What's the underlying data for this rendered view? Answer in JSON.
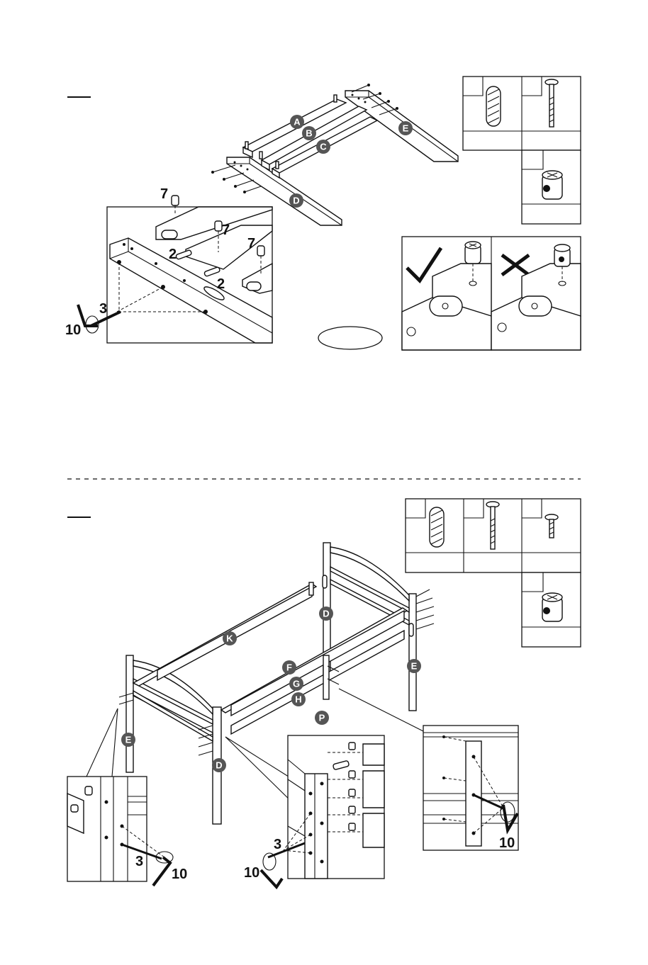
{
  "step1": {
    "labels": {
      "A": "A",
      "B": "B",
      "C": "C",
      "D": "D",
      "E": "E"
    },
    "callouts": {
      "num7a": "7",
      "num7b": "7",
      "num7c": "7",
      "num2a": "2",
      "num2b": "2",
      "num3": "3",
      "num10": "10"
    }
  },
  "step2": {
    "labels": {
      "D1": "D",
      "D2": "D",
      "E1": "E",
      "E2": "E",
      "F": "F",
      "G": "G",
      "H": "H",
      "K": "K",
      "P": "P"
    },
    "callouts": {
      "num3a": "3",
      "num10a": "10",
      "num3b": "3",
      "num10b": "10",
      "num10c": "10"
    }
  },
  "icons": {
    "dowel": "dowel-pin-icon",
    "bolt": "long-bolt-icon",
    "screw": "short-screw-icon",
    "barrel_nut": "barrel-nut-icon",
    "allen_key": "allen-key-icon",
    "correct": "checkmark-icon",
    "incorrect": "cross-icon"
  },
  "colors": {
    "line": "#111111",
    "label_fill": "#555555",
    "background": "#ffffff"
  }
}
